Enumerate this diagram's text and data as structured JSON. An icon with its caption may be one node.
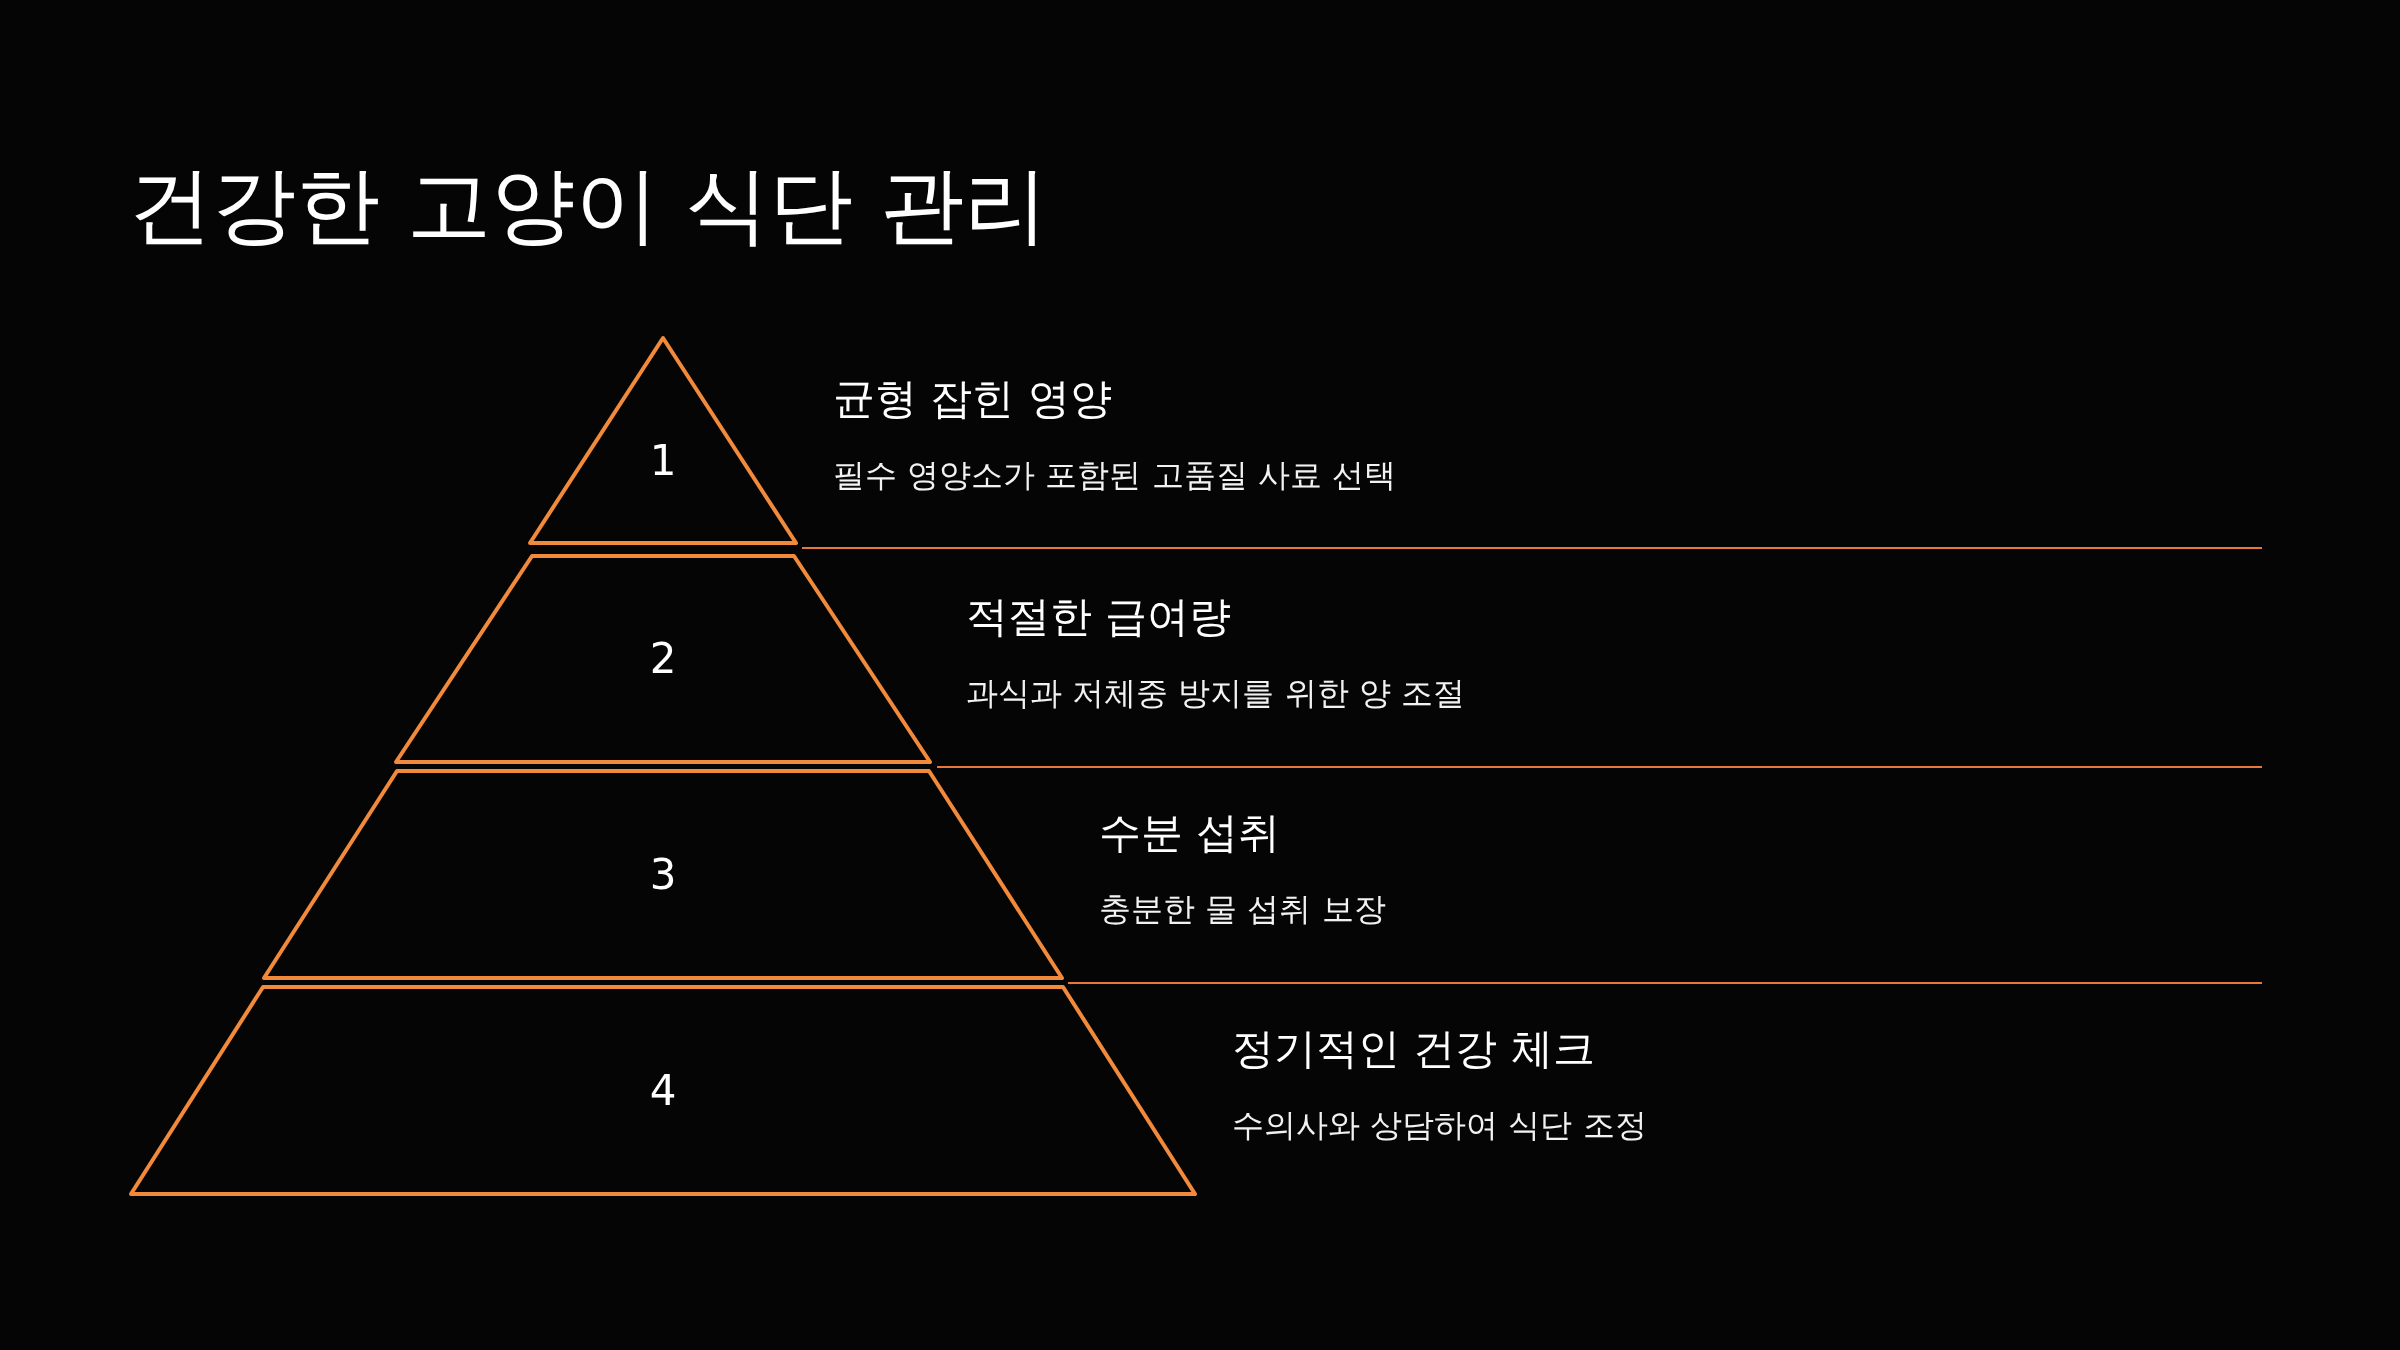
{
  "diagram": {
    "title": "건강한 고양이 식단 관리",
    "nodes": [
      {
        "text": [
          "1"
        ],
        "beside": [
          "균형 잡힌 영양",
          "필수 영양소가 포함된 고품질 사료 선택"
        ]
      },
      {
        "text": [
          "2"
        ],
        "beside": [
          "적절한 급여량",
          "과식과 저체중 방지를 위한 양 조절"
        ]
      },
      {
        "text": [
          "3"
        ],
        "beside": [
          "수분 섭취",
          "충분한 물 섭취 보장"
        ]
      },
      {
        "text": [
          "4"
        ],
        "beside": [
          "정기적인 건강 체크",
          "수의사와 상담하여 식단 조정"
        ]
      }
    ]
  }
}
